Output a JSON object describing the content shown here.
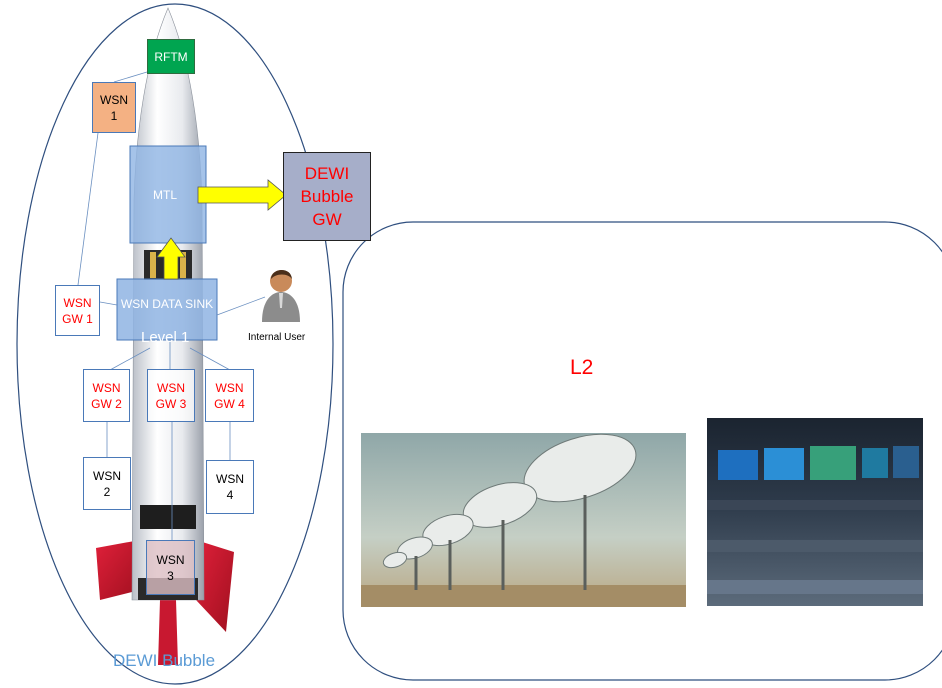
{
  "l1": {
    "bubble_label": "DEWI Bubble",
    "level_label": "Level 1",
    "rftm": "RFTM",
    "mtl": "MTL",
    "wsn_data_sink": "WSN DATA SINK",
    "internal_user": "Internal User",
    "dewi_gw": "DEWI Bubble GW",
    "gateways": [
      {
        "label": "WSN GW 1"
      },
      {
        "label": "WSN GW 2"
      },
      {
        "label": "WSN GW 3"
      },
      {
        "label": "WSN GW 4"
      }
    ],
    "nodes": [
      {
        "label": "WSN 1"
      },
      {
        "label": "WSN 2"
      },
      {
        "label": "WSN 3"
      },
      {
        "label": "WSN 4"
      }
    ]
  },
  "l2": {
    "label": "L2",
    "images": [
      "radio-telescope-array",
      "mission-control-room"
    ]
  },
  "colors": {
    "bubble_outline": "#2f4f7f",
    "rftm_fill": "#00a550",
    "wsn1_fill": "#f4b183",
    "mtl_fill": "#8fb4e3",
    "dewi_gw_fill": "#a6aec9",
    "arrow_fill": "#ffff00",
    "text_red": "#ff0000",
    "bubble_label": "#5b9bd5"
  }
}
